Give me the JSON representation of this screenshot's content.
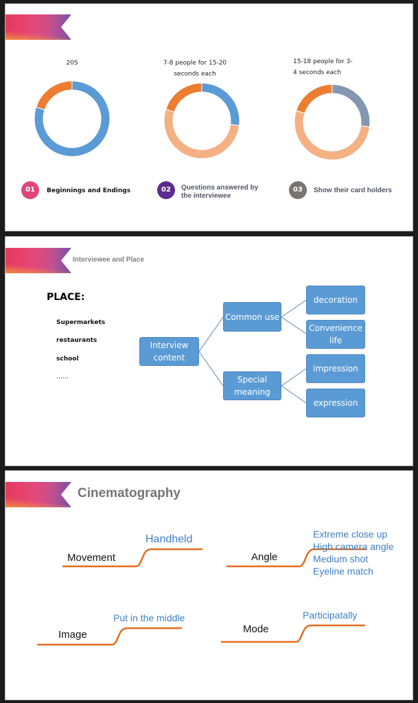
{
  "slide1": {
    "donuts": [
      {
        "label": "20S",
        "segments": [
          {
            "name": "main",
            "value": 80,
            "color": "#5b9bd5"
          },
          {
            "name": "accent",
            "value": 20,
            "color": "#ed7d31"
          }
        ]
      },
      {
        "label": "7-8 people for 15-20 seconds each",
        "segments": [
          {
            "name": "main",
            "value": 27,
            "color": "#5b9bd5"
          },
          {
            "name": "secondary",
            "value": 53,
            "color": "#f4b183"
          },
          {
            "name": "accent",
            "value": 20,
            "color": "#ed7d31"
          }
        ]
      },
      {
        "label": "15-18 people for 3-4 seconds each",
        "segments": [
          {
            "name": "main",
            "value": 27,
            "color": "#8497b0"
          },
          {
            "name": "secondary",
            "value": 53,
            "color": "#f4b183"
          },
          {
            "name": "accent",
            "value": 20,
            "color": "#ed7d31"
          }
        ]
      }
    ],
    "items": [
      {
        "number": "01",
        "text": "Beginnings and Endings",
        "color": "#e0457b"
      },
      {
        "number": "02",
        "text": "Questions answered by the interviewee",
        "color": "#5b2d8e"
      },
      {
        "number": "03",
        "text": "Show their card holders",
        "color": "#7a7373"
      }
    ]
  },
  "slide2": {
    "title": "Interviewee and Place",
    "place_heading": "PLACE:",
    "places": [
      "Supermarkets",
      "restaurants",
      "school",
      "……"
    ],
    "diagram": {
      "root": "Interview content",
      "branches": [
        {
          "label": "Common use",
          "children": [
            "decoration",
            "Convenience life"
          ]
        },
        {
          "label": "Special meaning",
          "children": [
            "impression",
            "expression"
          ]
        }
      ]
    }
  },
  "slide3": {
    "title": "Cinematography",
    "rows": [
      {
        "label": "Movement",
        "values": [
          "Handheld"
        ]
      },
      {
        "label": "Angle",
        "values": [
          "Extreme close up",
          "High camera angle",
          "Medium shot",
          "Eyeline match"
        ]
      },
      {
        "label": "Image",
        "values": [
          "Put in the middle"
        ]
      },
      {
        "label": "Mode",
        "values": [
          "Participatally"
        ]
      }
    ]
  }
}
